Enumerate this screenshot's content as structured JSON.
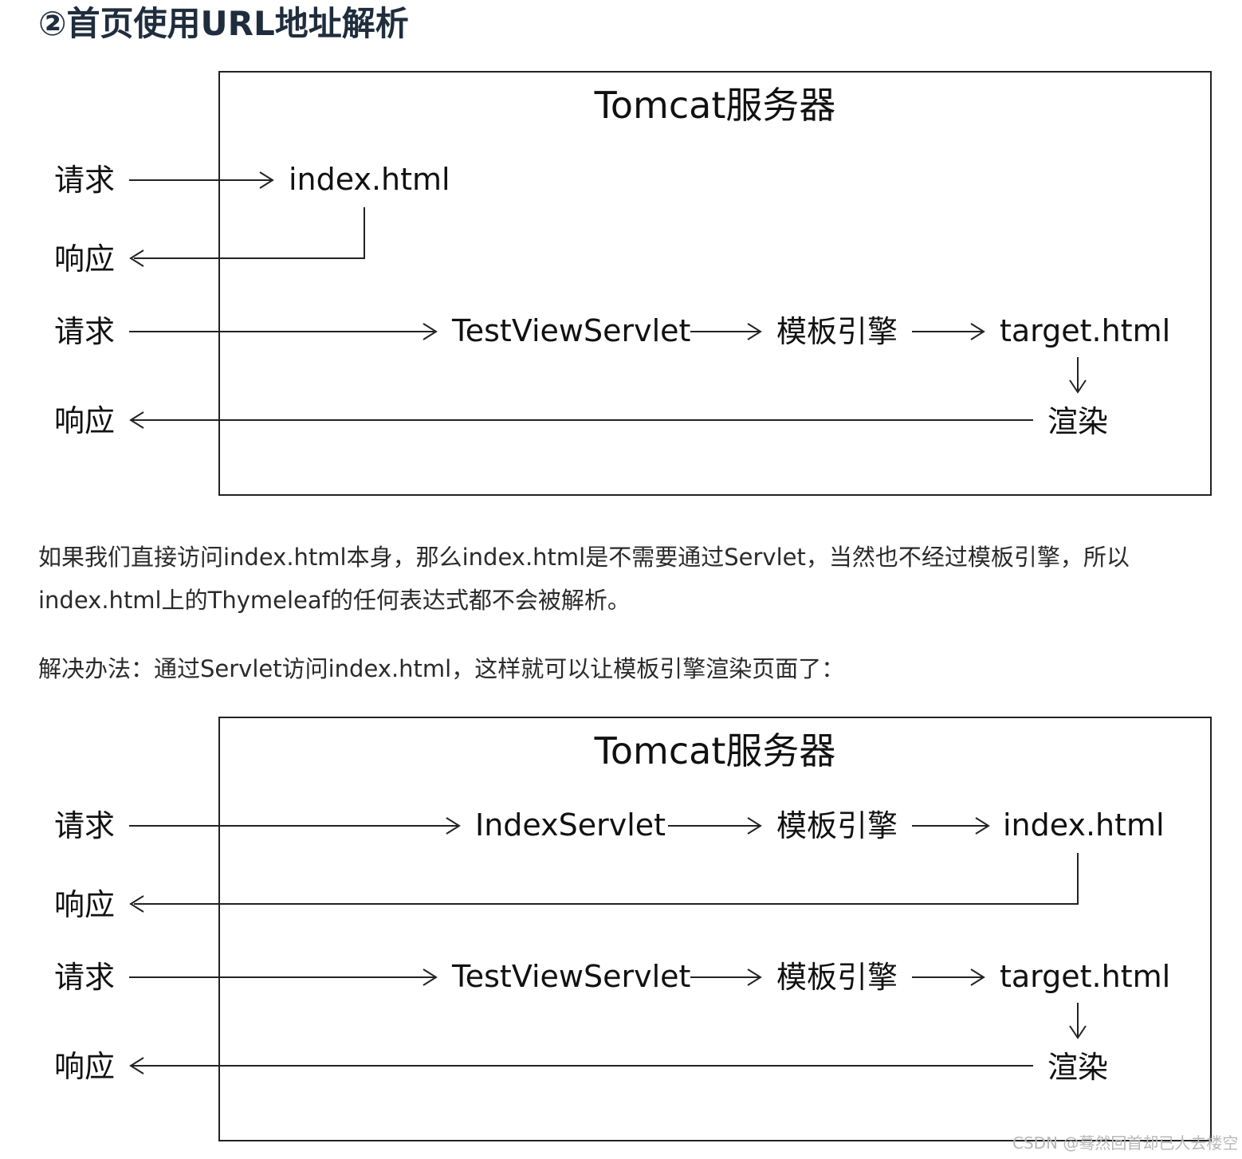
{
  "heading": "②首页使用URL地址解析",
  "diagram1": {
    "title": "Tomcat服务器",
    "request1": "请求",
    "response1": "响应",
    "request2": "请求",
    "response2": "响应",
    "node_index": "index.html",
    "node_servlet": "TestViewServlet",
    "node_engine": "模板引擎",
    "node_target": "target.html",
    "node_render": "渲染"
  },
  "paragraph1": "如果我们直接访问index.html本身，那么index.html是不需要通过Servlet，当然也不经过模板引擎，所以index.html上的Thymeleaf的任何表达式都不会被解析。",
  "paragraph2": "解决办法：通过Servlet访问index.html，这样就可以让模板引擎渲染页面了：",
  "diagram2": {
    "title": "Tomcat服务器",
    "request1": "请求",
    "response1": "响应",
    "request2": "请求",
    "response2": "响应",
    "node_index_servlet": "IndexServlet",
    "node_engine1": "模板引擎",
    "node_index": "index.html",
    "node_servlet": "TestViewServlet",
    "node_engine2": "模板引擎",
    "node_target": "target.html",
    "node_render": "渲染"
  },
  "watermark": "CSDN @蓦然回首却已人去楼空"
}
